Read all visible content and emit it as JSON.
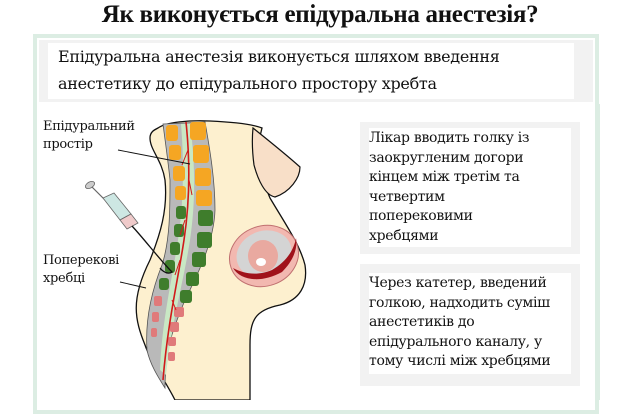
{
  "page": {
    "title": "Як виконується епідуральна анестезія?"
  },
  "intro": {
    "text": "Епідуральна анестезія виконується шляхом введення анестетику до епідурального простору хребта",
    "line1": "Епідуральна анестезія виконується шляхом введення",
    "line2": "анестетику до епідурального простору хребта"
  },
  "diagram": {
    "labels": {
      "epidural_space": {
        "line1": "Епідуральний",
        "line2": "простір"
      },
      "lumbar_vertebrae": {
        "line1": "Поперекові",
        "line2": "хребці"
      }
    },
    "icons": [
      "syringe-icon",
      "spine-illustration",
      "fetus-illustration"
    ],
    "colors": {
      "body": "#fdf0cf",
      "breast": "#f8dfc8",
      "vertebra_upper": "#f5a623",
      "vertebra_middle": "#3f7d2c",
      "vertebra_lower": "#e07a7a",
      "spine_gray": "#b9b9b9",
      "spinal_canal": "#c9e8c4",
      "nerve_red": "#d11a1a",
      "frame_green": "#dcede3"
    }
  },
  "notes": [
    {
      "lines": [
        "Лікар вводить голку із",
        "заокругленим догори",
        "кінцем між третім та",
        "четвертим",
        "поперековими",
        "хребцями"
      ]
    },
    {
      "lines": [
        "Через катетер, введений",
        "голкою, надходить суміш",
        "анестетиків до",
        "епідурального каналу, у",
        "тому числі між хребцями"
      ]
    }
  ]
}
